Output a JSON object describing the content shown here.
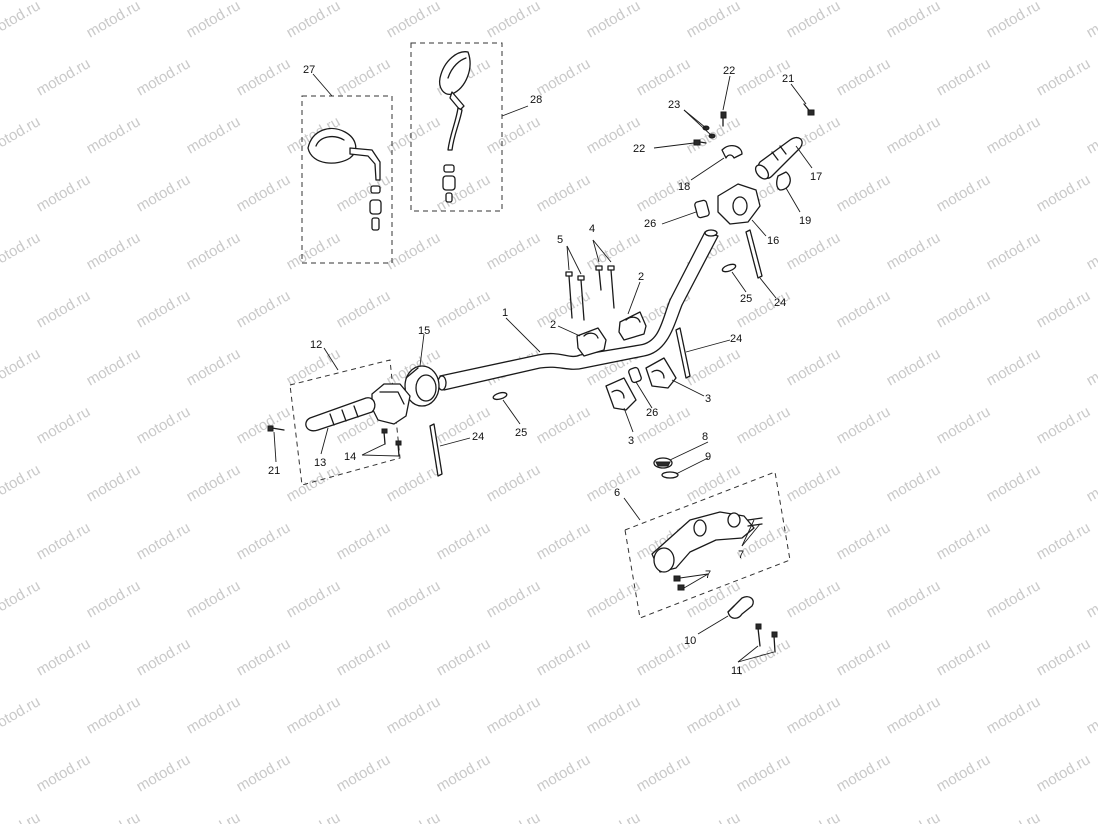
{
  "watermark": {
    "text": "motod.ru",
    "color": "#c9c9c9"
  },
  "callouts": {
    "c1": "1",
    "c2a": "2",
    "c2b": "2",
    "c3a": "3",
    "c3b": "3",
    "c4": "4",
    "c5": "5",
    "c6": "6",
    "c7a": "7",
    "c7b": "7",
    "c8": "8",
    "c9": "9",
    "c10": "10",
    "c11": "11",
    "c12": "12",
    "c13": "13",
    "c14": "14",
    "c15": "15",
    "c16": "16",
    "c17": "17",
    "c18": "18",
    "c19": "19",
    "c21a": "21",
    "c21b": "21",
    "c22a": "22",
    "c22b": "22",
    "c23": "23",
    "c24a": "24",
    "c24b": "24",
    "c24c": "24",
    "c25a": "25",
    "c25b": "25",
    "c26a": "26",
    "c26b": "26",
    "c27": "27",
    "c28": "28"
  }
}
